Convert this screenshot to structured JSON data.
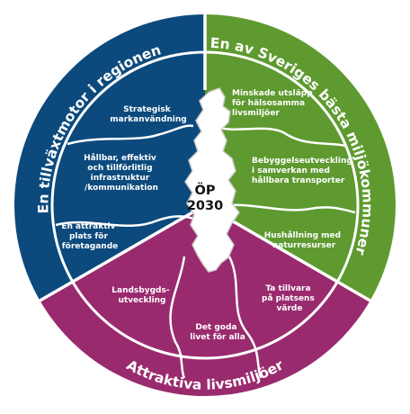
{
  "colors": {
    "blue": "#0c4a7d",
    "green": "#5e9a2f",
    "magenta": "#9a2a6e",
    "divider": "#ffffff",
    "map_outline": "#cfcfcf",
    "center_text": "#111111"
  },
  "center": {
    "line1": "ÖP",
    "line2": "2030"
  },
  "ring": {
    "left_title": "En tillväxtmotor i regionen",
    "right_title": "En av Sveriges bästa miljökommuner",
    "bottom_title": "Attraktiva livsmiljöer"
  },
  "segments": {
    "blue": [
      {
        "lines": [
          "Strategisk",
          "markanvändning"
        ]
      },
      {
        "lines": [
          "Hållbar, effektiv",
          "och tillförlitlig",
          "infrastruktur",
          "/kommunikation"
        ]
      },
      {
        "lines": [
          "En attraktiv",
          "plats för",
          "företagande"
        ]
      }
    ],
    "green": [
      {
        "lines": [
          "Minskade utsläpp",
          "för hälsosamma",
          "livsmiljöer"
        ]
      },
      {
        "lines": [
          "Bebyggelseutveckling",
          "i samverkan med",
          "hållbara transporter"
        ]
      },
      {
        "lines": [
          "Hushållning med",
          "naturresurser"
        ]
      }
    ],
    "magenta": [
      {
        "lines": [
          "Landsbygds-",
          "utveckling"
        ]
      },
      {
        "lines": [
          "Det goda",
          "livet för alla"
        ]
      },
      {
        "lines": [
          "Ta tillvara",
          "på platsens",
          "värde"
        ]
      }
    ]
  }
}
